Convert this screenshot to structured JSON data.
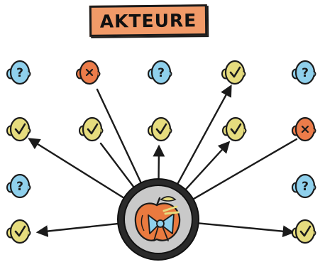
{
  "title": "AKTEURE",
  "colors": {
    "unknown": "#8fd0ec",
    "support": "#e6dc7e",
    "oppose": "#ec7c4a",
    "hub_ring": "#2a2a2a",
    "hub_fill": "#c9c9c9",
    "title_bg": "#f19a68",
    "outline": "#1b1b1b"
  },
  "actors": [
    {
      "id": "r1c1",
      "status": "unknown",
      "glyph": "?"
    },
    {
      "id": "r1c2",
      "status": "oppose",
      "glyph": "x"
    },
    {
      "id": "r1c3",
      "status": "unknown",
      "glyph": "?"
    },
    {
      "id": "r1c4",
      "status": "support",
      "glyph": "check"
    },
    {
      "id": "r1c5",
      "status": "unknown",
      "glyph": "?"
    },
    {
      "id": "r2c1",
      "status": "support",
      "glyph": "check"
    },
    {
      "id": "r2c2",
      "status": "support",
      "glyph": "check"
    },
    {
      "id": "r2c3",
      "status": "support",
      "glyph": "check"
    },
    {
      "id": "r2c4",
      "status": "support",
      "glyph": "check"
    },
    {
      "id": "r2c5",
      "status": "oppose",
      "glyph": "x"
    },
    {
      "id": "r3c1",
      "status": "unknown",
      "glyph": "?"
    },
    {
      "id": "r3c5",
      "status": "unknown",
      "glyph": "?"
    },
    {
      "id": "r4c1",
      "status": "support",
      "glyph": "check"
    },
    {
      "id": "r4c5",
      "status": "support",
      "glyph": "check"
    }
  ],
  "hub": {
    "icon": "apple-with-bow-icon"
  },
  "connections": [
    {
      "to": "r1c2",
      "arrow": false
    },
    {
      "to": "r1c4",
      "arrow": true
    },
    {
      "to": "r2c1",
      "arrow": true
    },
    {
      "to": "r2c2",
      "arrow": false
    },
    {
      "to": "r2c3",
      "arrow": true
    },
    {
      "to": "r2c4",
      "arrow": true
    },
    {
      "to": "r2c5",
      "arrow": false
    },
    {
      "to": "r4c1",
      "arrow": true
    },
    {
      "to": "r4c5",
      "arrow": true
    }
  ]
}
